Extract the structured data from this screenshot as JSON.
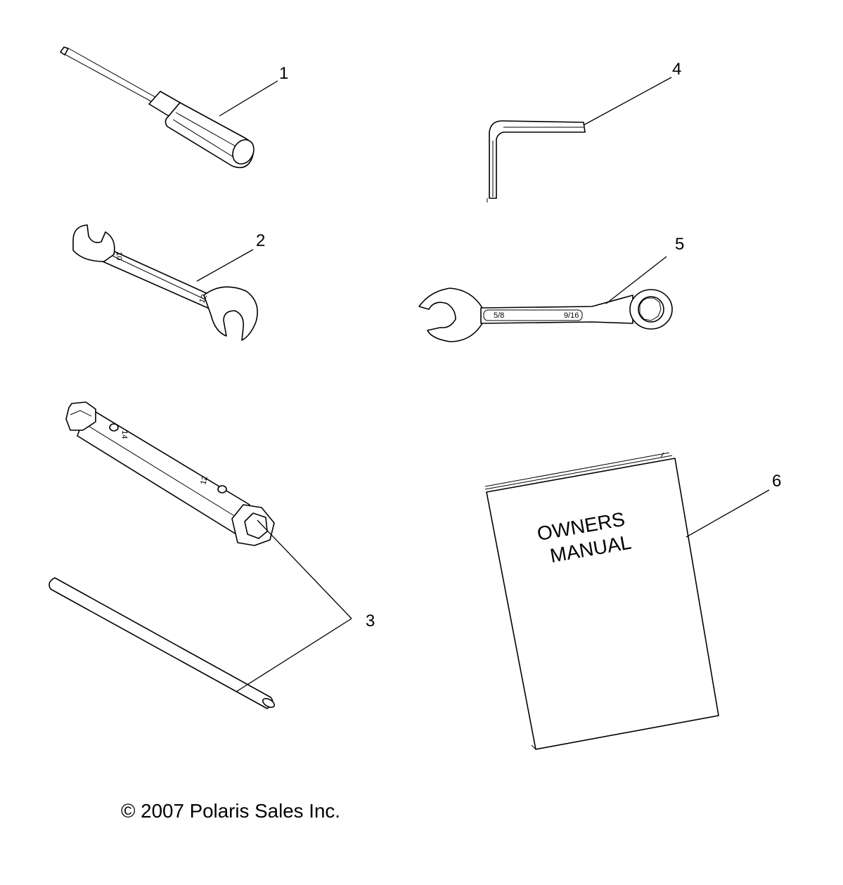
{
  "callouts": [
    {
      "id": "1",
      "label": "1"
    },
    {
      "id": "2",
      "label": "2"
    },
    {
      "id": "3",
      "label": "3"
    },
    {
      "id": "4",
      "label": "4"
    },
    {
      "id": "5",
      "label": "5"
    },
    {
      "id": "6",
      "label": "6"
    }
  ],
  "wrench_5_markings": {
    "left": "5/8",
    "right": "9/16"
  },
  "manual_cover": {
    "line1": "OWNERS",
    "line2": "MANUAL"
  },
  "copyright": "© 2007 Polaris Sales Inc."
}
